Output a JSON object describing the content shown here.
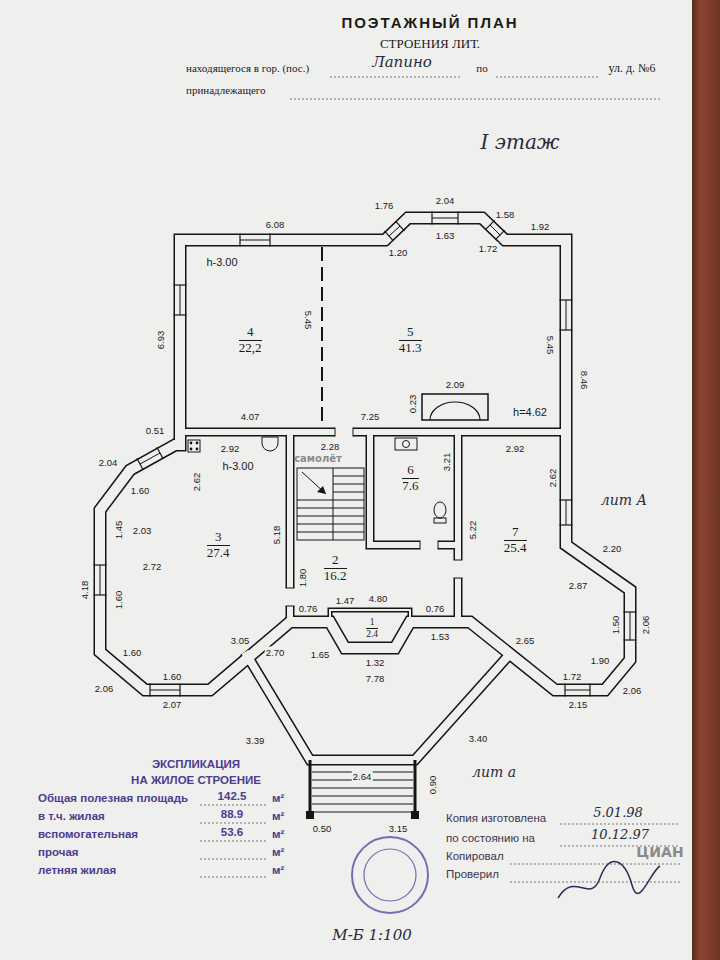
{
  "diagram": {
    "title": "ПОЭТАЖНЫЙ ПЛАН",
    "nodes": [
      {
        "text": [
          "4",
          "22,2"
        ]
      },
      {
        "text": [
          "5",
          "41.3"
        ]
      },
      {
        "text": [
          "3",
          "27.4"
        ]
      },
      {
        "text": [
          "6",
          "7.6"
        ]
      },
      {
        "text": [
          "7",
          "25.4"
        ]
      },
      {
        "text": [
          "2",
          "16.2"
        ]
      },
      {
        "text": [
          "1",
          "2.4"
        ]
      }
    ],
    "labels": [
      "СТРОЕНИЯ ЛИТ.",
      "находящегося в гор. (пос.)",
      "Лапино",
      "по",
      "ул. д. №6",
      "принадлежащего",
      "I этаж",
      "h-3.00",
      "h=4.62",
      "h-3.00",
      "6.08",
      "1.76",
      "2.04",
      "1.58",
      "1.92",
      "1.20",
      "1.63",
      "1.72",
      "6.93",
      "5.45",
      "5.45",
      "8.46",
      "4.07",
      "7.25",
      "2.09",
      "0.23",
      "0.51",
      "2.92",
      "2.28",
      "3.21",
      "2.92",
      "2.04",
      "1.60",
      "2.62",
      "1.45",
      "2.03",
      "2.72",
      "5.18",
      "1.80",
      "4.18",
      "1.60",
      "1.60",
      "2.06",
      "1.60",
      "2.07",
      "3.05",
      "0.76",
      "1.65",
      "2.70",
      "1.47",
      "4.80",
      "1.32",
      "7.78",
      "0.76",
      "1.53",
      "2.62",
      "5.22",
      "2.20",
      "2.87",
      "1.50",
      "2.06",
      "1.90",
      "2.06",
      "1.72",
      "2.15",
      "2.65",
      "3.39",
      "3.40",
      "2.64",
      "0.90",
      "0.50",
      "3.15",
      "лит А",
      "лит а",
      "ЭКСПЛИКАЦИЯ",
      "НА ЖИЛОЕ СТРОЕНИЕ",
      "Общая полезная площадь",
      "142.5",
      "м²",
      "в т.ч. жилая",
      "88.9",
      "м²",
      "вспомогательная",
      "53.6",
      "м²",
      "прочая",
      "м²",
      "летняя жилая",
      "м²",
      "Копия изготовлена",
      "5.01.98",
      "по состоянию на",
      "10.12.97",
      "Копировал",
      "Проверил",
      "М-Б 1:100",
      "самолёт",
      "ЦИАН"
    ]
  }
}
